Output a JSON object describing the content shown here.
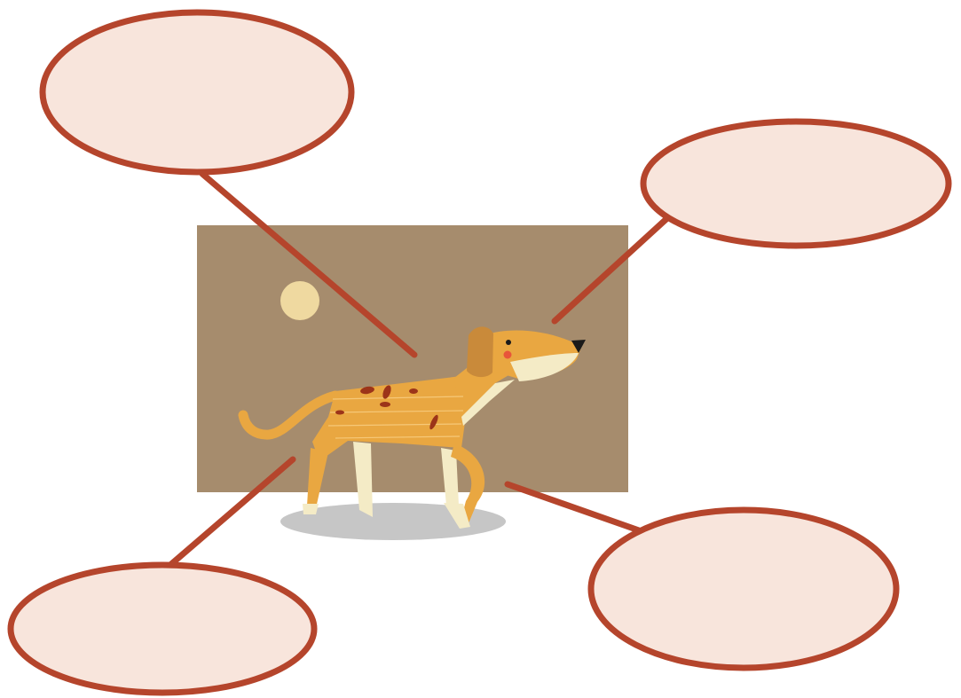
{
  "diagram": {
    "type": "labeling-worksheet",
    "subject": "dog",
    "bubble_count": 4,
    "bubbles": [
      {
        "id": "top-left",
        "label": ""
      },
      {
        "id": "top-right",
        "label": ""
      },
      {
        "id": "bottom-left",
        "label": ""
      },
      {
        "id": "bottom-right",
        "label": ""
      }
    ]
  },
  "colors": {
    "page_background": "#ffffff",
    "bubble_fill": "#f8e5dc",
    "bubble_outline": "#b5452c",
    "connector_line": "#b5452c",
    "scene_background": "#a68c6d",
    "sun": "#efd9a0",
    "dog_body": "#e9a741",
    "dog_spots": "#9c3419",
    "dog_cream": "#f4ebc6",
    "ground_shadow": "#c6c6c6"
  }
}
